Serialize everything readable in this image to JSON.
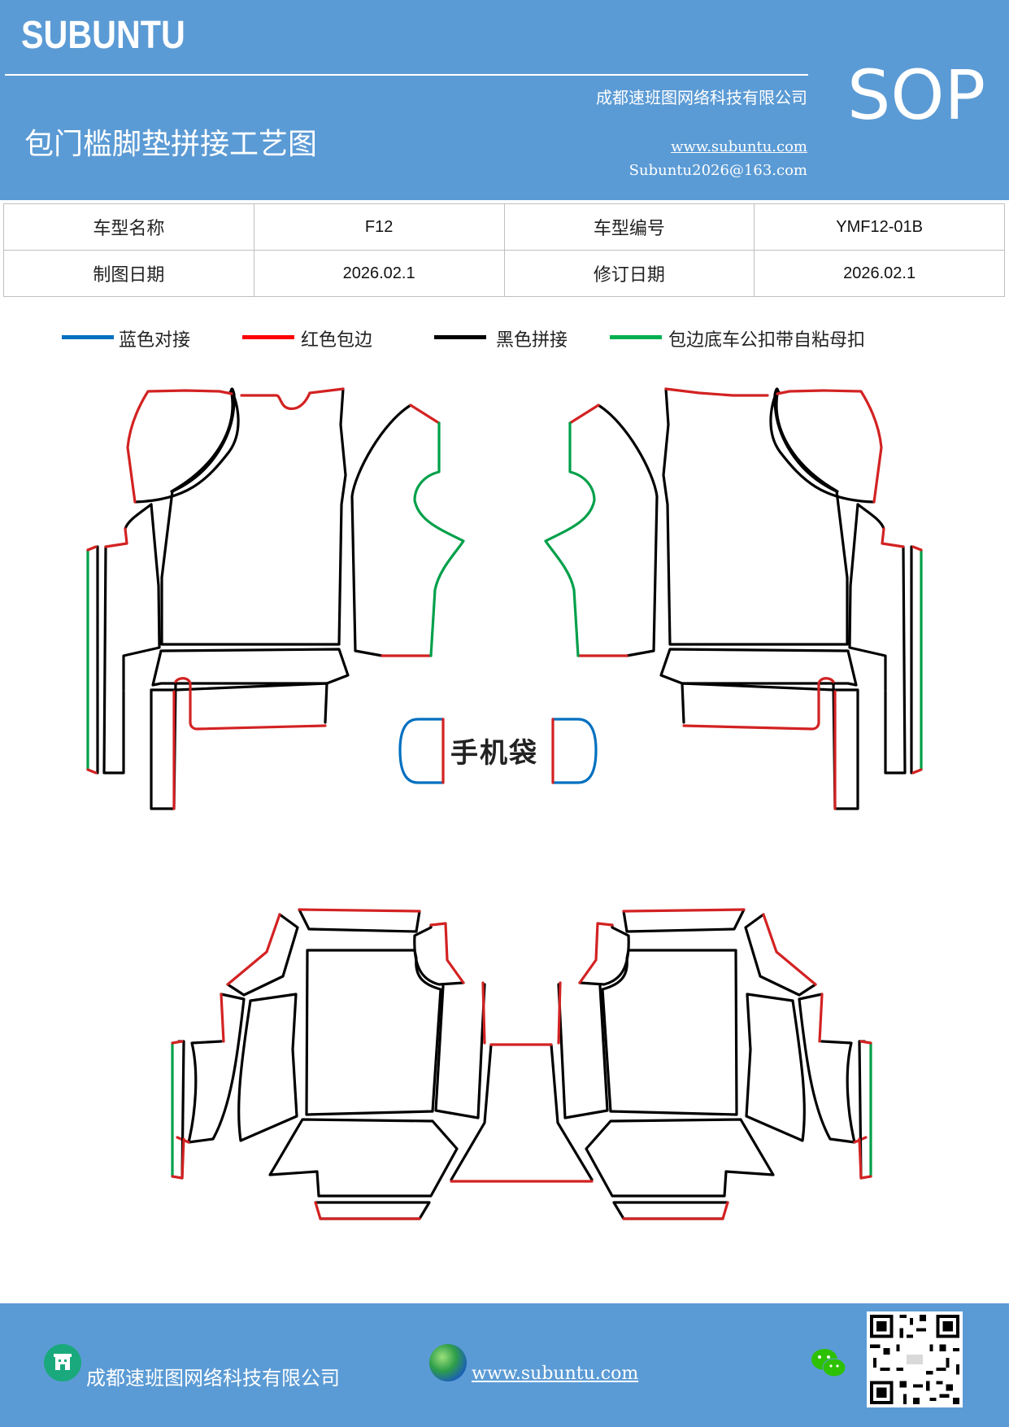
{
  "header": {
    "brand": "SUBUNTU",
    "company": "成都速班图网络科技有限公司",
    "title": "包门槛脚垫拼接工艺图",
    "website": "www.subuntu.com",
    "email": "Subuntu2026@163.com",
    "badge": "SOP"
  },
  "info_table": {
    "model_name_label": "车型名称",
    "model_name": "F12",
    "model_code_label": "车型编号",
    "model_code": "YMF12-01B",
    "draw_date_label": "制图日期",
    "draw_date": "2026.02.1",
    "revise_date_label": "修订日期",
    "revise_date": "2026.02.1"
  },
  "legend": [
    {
      "label": "蓝色对接",
      "color": "#0070c0"
    },
    {
      "label": "红色包边",
      "color": "#ff0000"
    },
    {
      "label": "黑色拼接",
      "color": "#000000"
    },
    {
      "label": "包边底车公扣带自粘母扣",
      "color": "#00b050"
    }
  ],
  "diagram": {
    "phone_pocket_label": "手机袋"
  },
  "footer": {
    "company": "成都速班图网络科技有限公司",
    "website": "www.subuntu.com",
    "icons": [
      "building-icon",
      "globe-icon",
      "wechat-icon",
      "qr-code"
    ]
  }
}
